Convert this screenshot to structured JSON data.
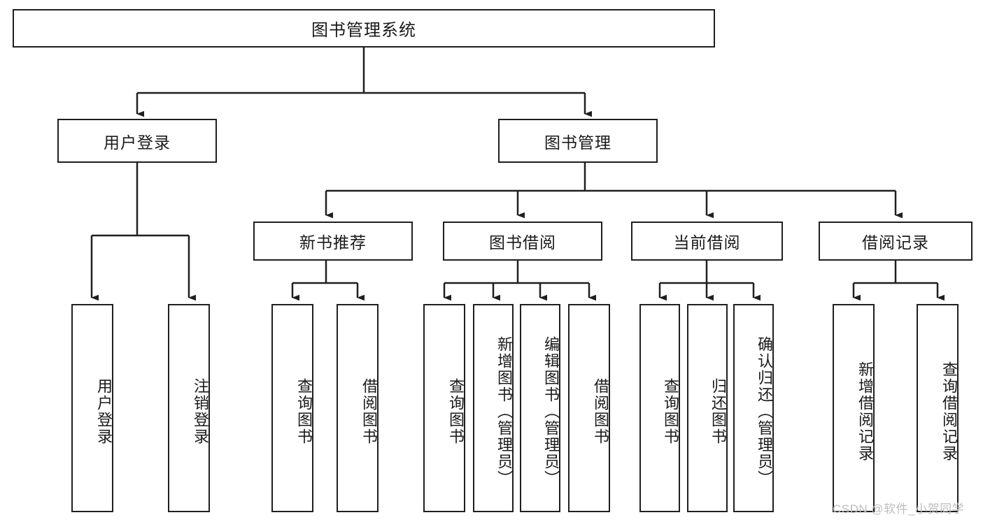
{
  "diagram": {
    "title": "图书管理系统",
    "root": {
      "label": "图书管理系统"
    },
    "level1": [
      {
        "label": "用户登录"
      },
      {
        "label": "图书管理"
      }
    ],
    "level2": [
      {
        "label": "新书推荐"
      },
      {
        "label": "图书借阅"
      },
      {
        "label": "当前借阅"
      },
      {
        "label": "借阅记录"
      }
    ],
    "leaves": {
      "user_login": [
        {
          "label": "用户登录"
        },
        {
          "label": "注销登录"
        }
      ],
      "new_book_recommend": [
        {
          "label": "查询图书"
        },
        {
          "label": "借阅图书"
        }
      ],
      "book_borrow": [
        {
          "label": "查询图书"
        },
        {
          "label": "新增图书（管理员）"
        },
        {
          "label": "编辑图书（管理员）"
        },
        {
          "label": "借阅图书"
        }
      ],
      "current_borrow": [
        {
          "label": "查询图书"
        },
        {
          "label": "归还图书"
        },
        {
          "label": "确认归还（管理员）"
        }
      ],
      "borrow_record": [
        {
          "label": "新增借阅记录"
        },
        {
          "label": "查询借阅记录"
        }
      ]
    }
  },
  "watermark": {
    "text": "CSDN @软件_小贺同学"
  },
  "colors": {
    "stroke": "#1f1f1f",
    "background": "#ffffff",
    "watermark": "#bdbdbd"
  }
}
